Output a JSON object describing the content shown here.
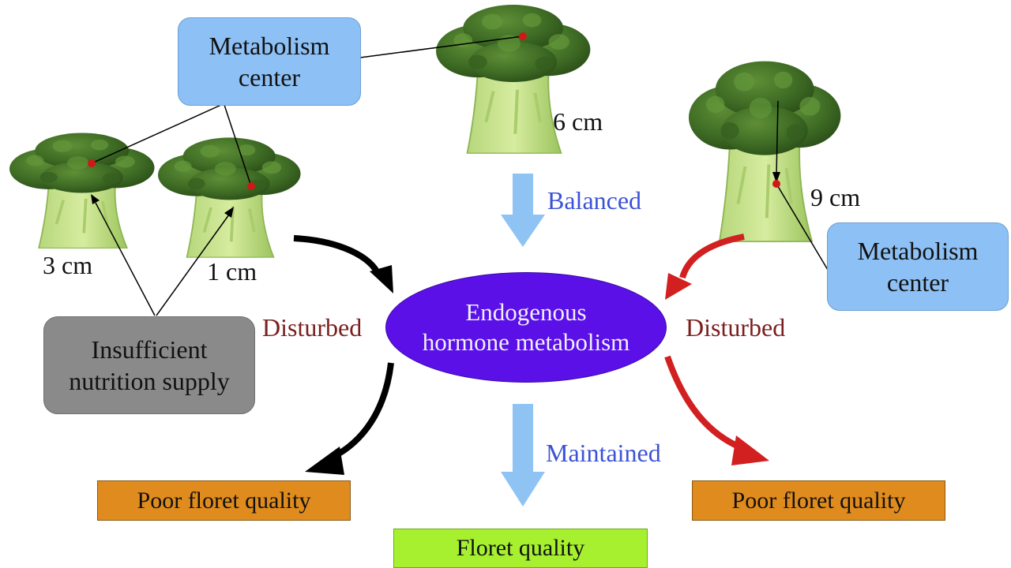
{
  "metabolism_center_top": [
    "Metabolism",
    "center"
  ],
  "metabolism_center_right": [
    "Metabolism",
    "center"
  ],
  "sizes": {
    "small_left": "3 cm",
    "small_right": "1 cm",
    "middle": "6 cm",
    "large": "9 cm"
  },
  "balanced": "Balanced",
  "maintained": "Maintained",
  "disturbed_left": "Disturbed",
  "disturbed_right": "Disturbed",
  "insufficient": [
    "Insufficient",
    "nutrition supply"
  ],
  "endogenous": [
    "Endogenous",
    "hormone metabolism"
  ],
  "poor_left": "Poor floret quality",
  "poor_right": "Poor floret quality",
  "floret_quality": "Floret quality",
  "colors": {
    "metabolism_box": "#8dc0f4",
    "ellipse": "#5a10e6",
    "nutrition_box": "#8a8a8a",
    "poor_box": "#e08b1d",
    "good_box": "#a6f030",
    "blue_arrow": "#8ec3f3",
    "red_arrow": "#d21f1f",
    "black_arrow": "#000000",
    "red_dot": "#d01818"
  },
  "icons": [
    "broccoli-icon"
  ]
}
